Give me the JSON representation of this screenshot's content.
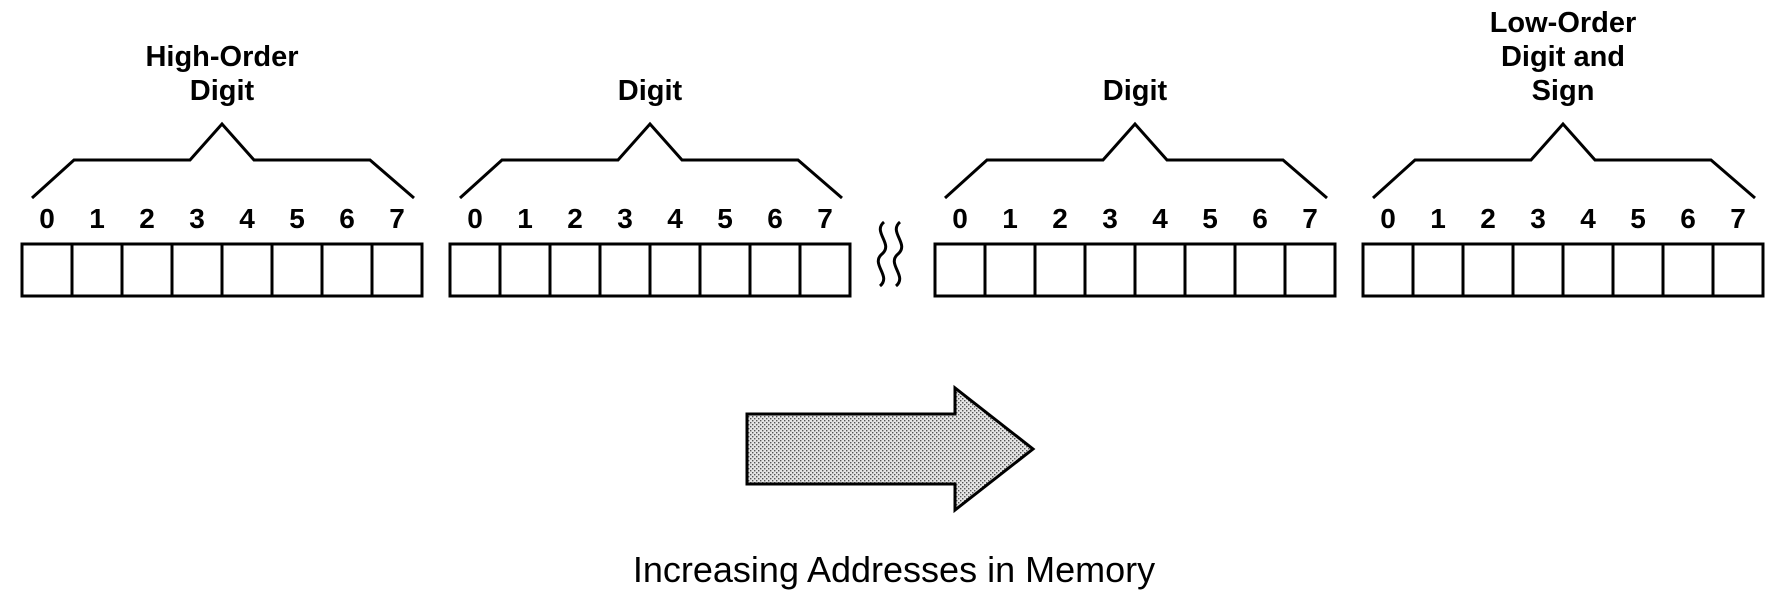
{
  "bytes": [
    {
      "label": [
        "High-Order",
        "Digit"
      ],
      "bits": [
        "0",
        "1",
        "2",
        "3",
        "4",
        "5",
        "6",
        "7"
      ]
    },
    {
      "label": [
        "Digit"
      ],
      "bits": [
        "0",
        "1",
        "2",
        "3",
        "4",
        "5",
        "6",
        "7"
      ]
    },
    {
      "label": [
        "Digit"
      ],
      "bits": [
        "0",
        "1",
        "2",
        "3",
        "4",
        "5",
        "6",
        "7"
      ]
    },
    {
      "label": [
        "Low-Order",
        "Digit and",
        "Sign"
      ],
      "bits": [
        "0",
        "1",
        "2",
        "3",
        "4",
        "5",
        "6",
        "7"
      ]
    }
  ],
  "caption": "Increasing Addresses in Memory",
  "colors": {
    "line": "#000000",
    "arrow_fill": "#d9d9d9",
    "background": "#ffffff"
  }
}
